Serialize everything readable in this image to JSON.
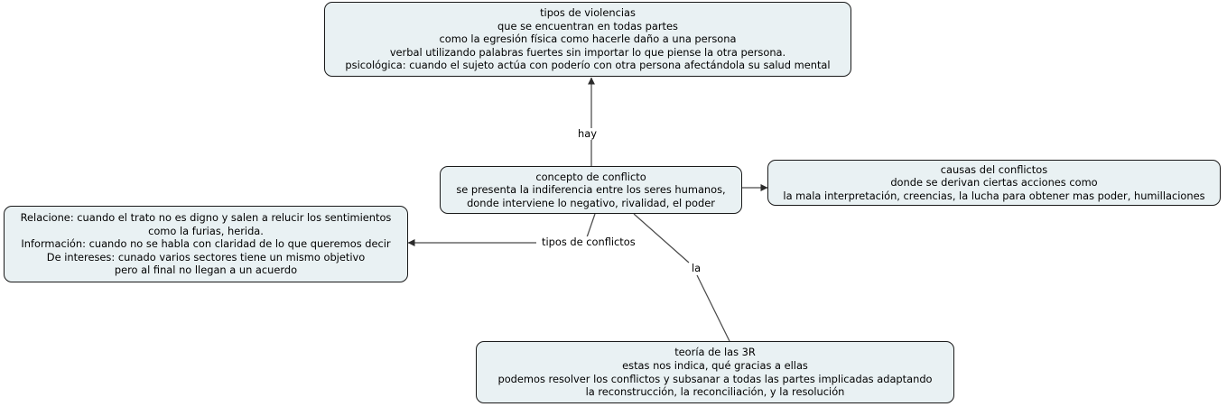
{
  "diagram": {
    "type": "concept-map",
    "title_node": "concepto de conflicto",
    "background_color": "#ffffff",
    "node_fill_color": "#e9f1f3",
    "node_border_color": "#1a1a1a",
    "edge_color": "#444444",
    "nodes": [
      {
        "id": "violencias",
        "text": "tipos de violencias\nque se encuentran en todas partes\ncomo la egresión física como hacerle daño a una persona\nverbal utilizando palabras fuertes sin importar lo que piense la otra persona.\npsicológica: cuando el sujeto actúa con poderío con otra persona  afectándola su salud mental"
      },
      {
        "id": "concepto",
        "text": "concepto de conflicto\nse presenta la indiferencia  entre los seres humanos,\ndonde interviene lo negativo, rivalidad, el poder"
      },
      {
        "id": "causas",
        "text": "causas del conflictos\ndonde se derivan ciertas acciones  como\nla mala interpretación, creencias, la lucha para obtener mas poder, humillaciones"
      },
      {
        "id": "tipos",
        "text": "Relacione: cuando el trato no es digno y salen a relucir los sentimientos\ncomo la furias, herida.\nInformación: cuando no se habla con claridad de lo que queremos decir\nDe intereses: cunado varios sectores tiene un mismo objetivo\npero al final no llegan a un acuerdo"
      },
      {
        "id": "teoria3r",
        "text": "teoría de las 3R\nestas nos indica, qué gracias a ellas\npodemos resolver los conflictos y subsanar  a todas las partes implicadas adaptando\nla reconstrucción, la reconciliación, y la resolución"
      }
    ],
    "edges": [
      {
        "id": "edge-hay",
        "from": "concepto",
        "to": "violencias",
        "label": "hay"
      },
      {
        "id": "edge-tipos",
        "from": "concepto",
        "to": "tipos",
        "label": "tipos de conflictos"
      },
      {
        "id": "edge-causas",
        "from": "concepto",
        "to": "causas",
        "label": ""
      },
      {
        "id": "edge-la",
        "from": "concepto",
        "to": "teoria3r",
        "label": "la"
      }
    ]
  }
}
